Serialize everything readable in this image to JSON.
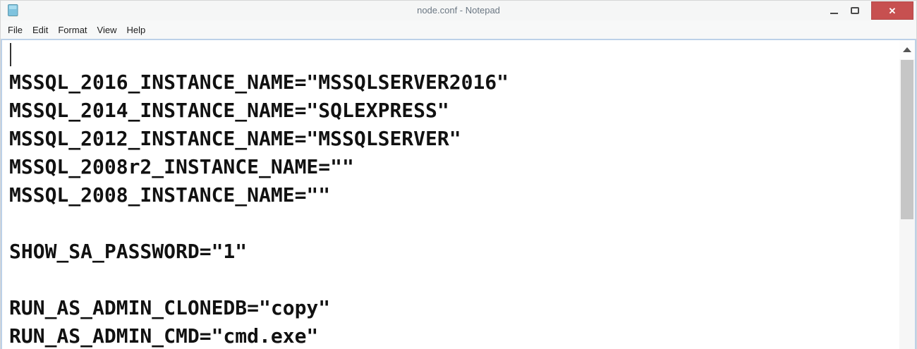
{
  "window": {
    "title": "node.conf - Notepad"
  },
  "icons": {
    "app": "notepad-document",
    "minimize": "minimize-dash",
    "maximize": "maximize-rect",
    "close": "✕",
    "scroll_up": "chevron-up-triangle"
  },
  "menubar": {
    "items": [
      "File",
      "Edit",
      "Format",
      "View",
      "Help"
    ]
  },
  "editor": {
    "lines": [
      "",
      "MSSQL_2016_INSTANCE_NAME=\"MSSQLSERVER2016\"",
      "MSSQL_2014_INSTANCE_NAME=\"SQLEXPRESS\"",
      "MSSQL_2012_INSTANCE_NAME=\"MSSQLSERVER\"",
      "MSSQL_2008r2_INSTANCE_NAME=\"\"",
      "MSSQL_2008_INSTANCE_NAME=\"\"",
      "",
      "SHOW_SA_PASSWORD=\"1\"",
      "",
      "RUN_AS_ADMIN_CLONEDB=\"copy\"",
      "RUN_AS_ADMIN_CMD=\"cmd.exe\""
    ]
  },
  "colors": {
    "close_button": "#c75050",
    "content_border": "#bcd1e8",
    "scrollbar_thumb": "#c6c6c6",
    "titlebar_bg": "#f5f6f6",
    "title_text": "#6b7783",
    "editor_text": "#111111"
  }
}
